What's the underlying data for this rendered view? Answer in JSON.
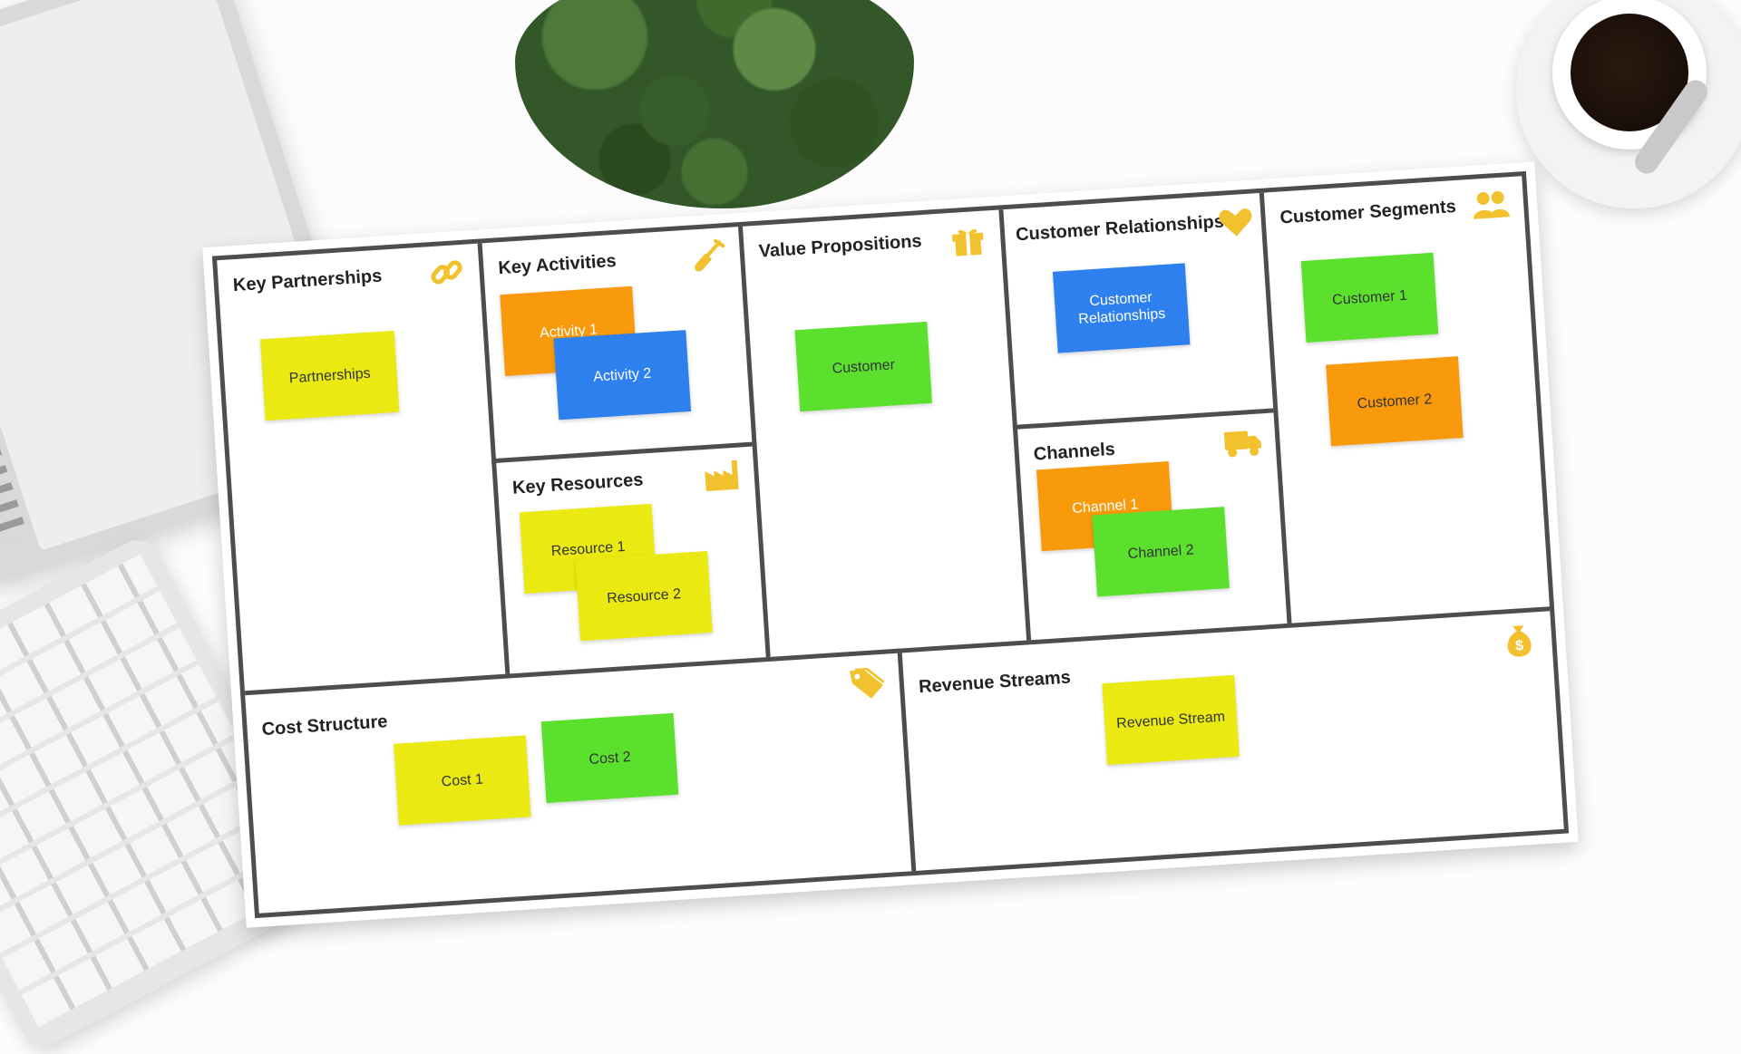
{
  "colors": {
    "yellow": "#eaea12",
    "green": "#5ce02e",
    "orange": "#f89a0c",
    "blue": "#2f80ef",
    "icon": "#f2c12e",
    "border": "#4d4d4d"
  },
  "canvas": {
    "key_partnerships": {
      "title": "Key Partnerships",
      "icon": "link-icon",
      "notes": [
        "Partnerships"
      ]
    },
    "key_activities": {
      "title": "Key Activities",
      "icon": "shovel-icon",
      "notes": [
        "Activity 1",
        "Activity 2"
      ]
    },
    "key_resources": {
      "title": "Key Resources",
      "icon": "factory-icon",
      "notes": [
        "Resource 1",
        "Resource 2"
      ]
    },
    "value_propositions": {
      "title": "Value Propositions",
      "icon": "gift-icon",
      "notes": [
        "Customer"
      ]
    },
    "customer_relationships": {
      "title": "Customer Relationships",
      "icon": "heart-icon",
      "notes": [
        "Customer Relationships"
      ]
    },
    "channels": {
      "title": "Channels",
      "icon": "truck-icon",
      "notes": [
        "Channel 1",
        "Channel 2"
      ]
    },
    "customer_segments": {
      "title": "Customer Segments",
      "icon": "users-icon",
      "notes": [
        "Customer 1",
        "Customer 2"
      ]
    },
    "cost_structure": {
      "title": "Cost Structure",
      "icon": "price-tag-icon",
      "notes": [
        "Cost 1",
        "Cost 2"
      ]
    },
    "revenue_streams": {
      "title": "Revenue Streams",
      "icon": "money-bag-icon",
      "notes": [
        "Revenue Stream"
      ]
    }
  }
}
